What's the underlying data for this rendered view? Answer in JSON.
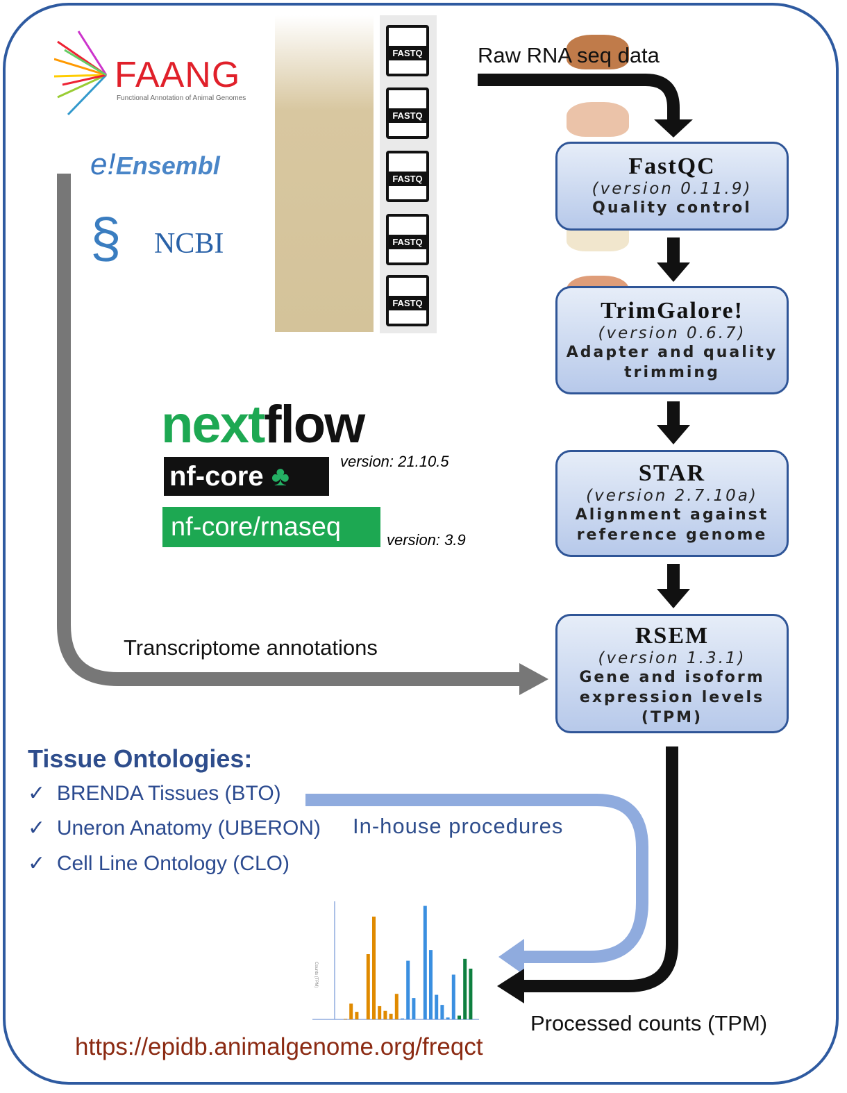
{
  "logos": {
    "faang": "FAANG",
    "faang_sub": "Functional Annotation of Animal Genomes",
    "ensembl_e": "e!",
    "ensembl": "Ensembl",
    "ncbi": "NCBI",
    "nextflow_a": "next",
    "nextflow_b": "flow",
    "nfcore": "nf-core",
    "rnaseq": "nf-core/rnaseq"
  },
  "fastq_label": "FASTQ",
  "versions": {
    "nextflow": "version: 21.10.5",
    "rnaseq": "version: 3.9"
  },
  "labels": {
    "raw": "Raw RNA seq data",
    "transcriptome": "Transcriptome annotations",
    "inhouse": "In-house procedures",
    "processed": "Processed counts (TPM)",
    "url": "https://epidb.animalgenome.org/freqct"
  },
  "steps": [
    {
      "title": "FastQC",
      "version": "(version 0.11.9)",
      "desc": [
        "Quality control"
      ]
    },
    {
      "title": "TrimGalore!",
      "version": "(version 0.6.7)",
      "desc": [
        "Adapter and quality",
        "trimming"
      ]
    },
    {
      "title": "STAR",
      "version": "(version 2.7.10a)",
      "desc": [
        "Alignment against",
        "reference genome"
      ]
    },
    {
      "title": "RSEM",
      "version": "(version 1.3.1)",
      "desc": [
        "Gene and isoform",
        "expression levels",
        "(TPM)"
      ]
    }
  ],
  "ontologies": {
    "title": "Tissue Ontologies:",
    "items": [
      "BRENDA Tissues (BTO)",
      "Uneron Anatomy (UBERON)",
      "Cell Line Ontology (CLO)"
    ]
  },
  "colors": {
    "frame": "#2e5aa0",
    "orange": "#e08a00",
    "blue": "#3a8fe0",
    "green": "#0e7f3f",
    "nextflow_green": "#1da852"
  },
  "chart_data": {
    "type": "bar",
    "ylabel": "Counts (TPM)",
    "ylim": [
      0,
      37
    ],
    "series": [
      {
        "color": "orange",
        "values": [
          0.2,
          5,
          2.4,
          0,
          20.7,
          32.6,
          4.2,
          2.7,
          1.8,
          8.1
        ]
      },
      {
        "color": "blue",
        "values": [
          0.3,
          18.6,
          6.8,
          0,
          36,
          22,
          7.8,
          4.6,
          0.6,
          14.2
        ]
      },
      {
        "color": "green",
        "values": [
          1.2,
          19.2,
          16.1
        ]
      }
    ]
  }
}
